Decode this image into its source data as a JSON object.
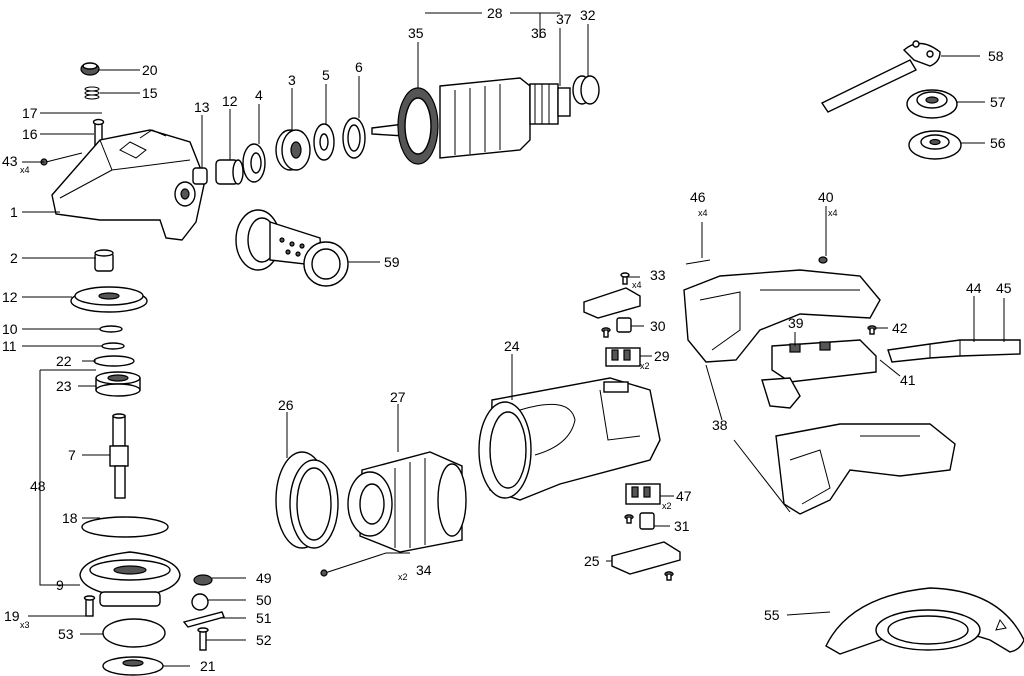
{
  "diagram": {
    "parts": [
      {
        "id": "p1",
        "number": "1"
      },
      {
        "id": "p2",
        "number": "2"
      },
      {
        "id": "p4",
        "number": "4"
      },
      {
        "id": "p5",
        "number": "5"
      },
      {
        "id": "p6",
        "number": "6"
      },
      {
        "id": "p7",
        "number": "7"
      },
      {
        "id": "p9",
        "number": "9"
      },
      {
        "id": "p10",
        "number": "10"
      },
      {
        "id": "p11",
        "number": "11"
      },
      {
        "id": "p12a",
        "number": "12"
      },
      {
        "id": "p12b",
        "number": "12"
      },
      {
        "id": "p13",
        "number": "13"
      },
      {
        "id": "p15",
        "number": "15"
      },
      {
        "id": "p16",
        "number": "16"
      },
      {
        "id": "p17",
        "number": "17"
      },
      {
        "id": "p18",
        "number": "18"
      },
      {
        "id": "p19",
        "number": "19",
        "qty": "x3"
      },
      {
        "id": "p20",
        "number": "20"
      },
      {
        "id": "p21",
        "number": "21"
      },
      {
        "id": "p22",
        "number": "22"
      },
      {
        "id": "p23",
        "number": "23"
      },
      {
        "id": "p24",
        "number": "24"
      },
      {
        "id": "p25",
        "number": "25"
      },
      {
        "id": "p26",
        "number": "26"
      },
      {
        "id": "p27",
        "number": "27"
      },
      {
        "id": "p28",
        "number": "28"
      },
      {
        "id": "p29",
        "number": "29",
        "qty": "x2"
      },
      {
        "id": "p30",
        "number": "30"
      },
      {
        "id": "p31",
        "number": "31"
      },
      {
        "id": "p32",
        "number": "32"
      },
      {
        "id": "p33",
        "number": "33",
        "qty": "x4"
      },
      {
        "id": "p34",
        "number": "34",
        "qty": "x2"
      },
      {
        "id": "p35",
        "number": "35"
      },
      {
        "id": "p36",
        "number": "36"
      },
      {
        "id": "p37",
        "number": "37"
      },
      {
        "id": "p38",
        "number": "38"
      },
      {
        "id": "p39",
        "number": "39"
      },
      {
        "id": "p40",
        "number": "40",
        "qty": "x4"
      },
      {
        "id": "p41",
        "number": "41"
      },
      {
        "id": "p42",
        "number": "42"
      },
      {
        "id": "p43",
        "number": "43",
        "qty": "x4"
      },
      {
        "id": "p44",
        "number": "44"
      },
      {
        "id": "p45",
        "number": "45"
      },
      {
        "id": "p46",
        "number": "46",
        "qty": "x4"
      },
      {
        "id": "p47",
        "number": "47",
        "qty": "x2"
      },
      {
        "id": "p48",
        "number": "48"
      },
      {
        "id": "p49",
        "number": "49"
      },
      {
        "id": "p50",
        "number": "50"
      },
      {
        "id": "p51",
        "number": "51"
      },
      {
        "id": "p52",
        "number": "52"
      },
      {
        "id": "p53",
        "number": "53"
      },
      {
        "id": "p55",
        "number": "55"
      },
      {
        "id": "p56",
        "number": "56"
      },
      {
        "id": "p57",
        "number": "57"
      },
      {
        "id": "p58",
        "number": "58"
      },
      {
        "id": "p59",
        "number": "59"
      }
    ]
  }
}
